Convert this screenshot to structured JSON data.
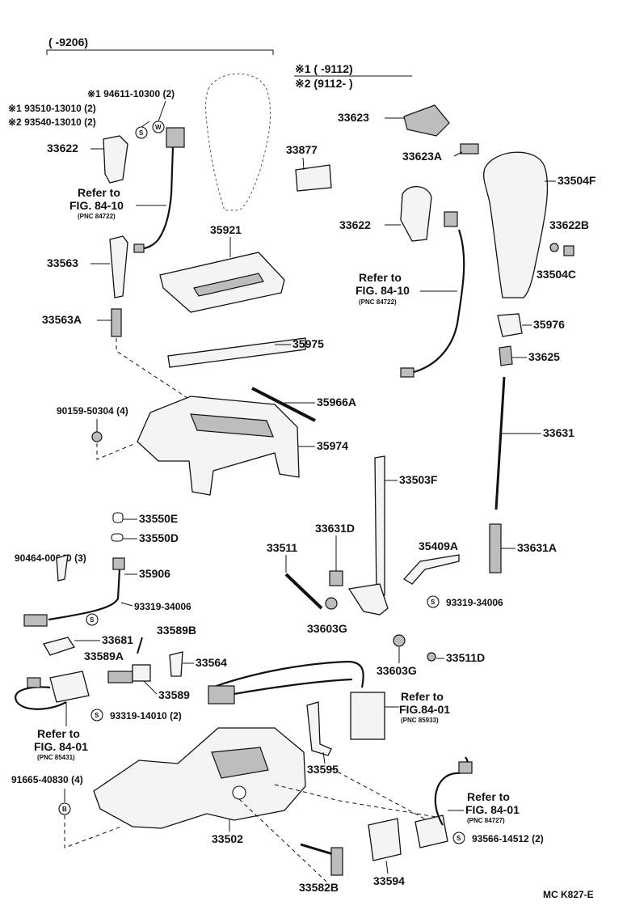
{
  "header": {
    "range_left": "(        -9206)",
    "variant1": "※1 (         -9112)",
    "variant2": "※2 (9112-          )"
  },
  "labels": {
    "p94611": "※1  94611-10300 (2)",
    "p93510": "※1  93510-13010 (2)",
    "p93540": "※2  93540-13010 (2)",
    "s_mark": "S",
    "w_mark": "W",
    "b_mark": "B",
    "p33622_left": "33622",
    "p33877": "33877",
    "p33623": "33623",
    "p33623A": "33623A",
    "p33504F": "33504F",
    "p33622_right": "33622",
    "p33622B": "33622B",
    "p33504C": "33504C",
    "p35921": "35921",
    "p33563": "33563",
    "p33563A": "33563A",
    "p35976": "35976",
    "p33625": "33625",
    "p35975": "35975",
    "p35966A": "35966A",
    "p90159": "90159-50304 (4)",
    "p35974": "35974",
    "p33631": "33631",
    "p33503F": "33503F",
    "p33550E": "33550E",
    "p33550D": "33550D",
    "p33631D": "33631D",
    "p33511": "33511",
    "p35409A": "35409A",
    "p33631A": "33631A",
    "p90464": "90464-00640 (3)",
    "p35906": "35906",
    "p93319_a": "93319-34006",
    "p93319_b": "93319-34006",
    "p33603G_a": "33603G",
    "p33681": "33681",
    "p33589B": "33589B",
    "p33589A": "33589A",
    "p33564": "33564",
    "p33511D": "33511D",
    "p33603G_b": "33603G",
    "p33589": "33589",
    "p93319_c": "93319-14010 (2)",
    "p33595": "33595",
    "p91665": "91665-40830 (4)",
    "p33502": "33502",
    "p33594": "33594",
    "p33582B": "33582B",
    "p93566": "93566-14512 (2)",
    "code": "MC K827-E"
  },
  "refs": {
    "ref1": {
      "line1": "Refer to",
      "line2": "FIG. 84-10",
      "pnc": "(PNC 84722)"
    },
    "ref2": {
      "line1": "Refer to",
      "line2": "FIG. 84-10",
      "pnc": "(PNC 84722)"
    },
    "ref3": {
      "line1": "Refer to",
      "line2": "FIG.84-01",
      "pnc": "(PNC 85933)"
    },
    "ref4": {
      "line1": "Refer to",
      "line2": "FIG. 84-01",
      "pnc": "(PNC 85431)"
    },
    "ref5": {
      "line1": "Refer to",
      "line2": "FIG. 84-01",
      "pnc": "(PNC 84727)"
    }
  }
}
